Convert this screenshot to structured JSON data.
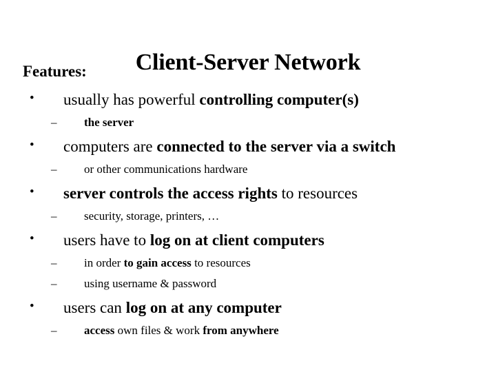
{
  "slide": {
    "title": "Client-Server Network",
    "heading": "Features:",
    "bullet_marker": "•",
    "sub_marker": "–",
    "bullets": [
      {
        "segments": [
          {
            "text": "usually has powerful ",
            "bold": false
          },
          {
            "text": "controlling computer(s)",
            "bold": true
          }
        ],
        "subs": [
          {
            "segments": [
              {
                "text": "the server",
                "bold": true
              }
            ]
          }
        ]
      },
      {
        "segments": [
          {
            "text": "computers are ",
            "bold": false
          },
          {
            "text": "connected to the server via a switch",
            "bold": true
          }
        ],
        "subs": [
          {
            "segments": [
              {
                "text": "or other communications hardware",
                "bold": false
              }
            ]
          }
        ]
      },
      {
        "segments": [
          {
            "text": "server controls the access rights",
            "bold": true
          },
          {
            "text": " to resources",
            "bold": false
          }
        ],
        "subs": [
          {
            "segments": [
              {
                "text": "security, storage, printers, …",
                "bold": false
              }
            ]
          }
        ]
      },
      {
        "segments": [
          {
            "text": "users have to ",
            "bold": false
          },
          {
            "text": "log on at client computers",
            "bold": true
          }
        ],
        "subs": [
          {
            "segments": [
              {
                "text": "in order ",
                "bold": false
              },
              {
                "text": "to gain access",
                "bold": true
              },
              {
                "text": " to resources",
                "bold": false
              }
            ]
          },
          {
            "segments": [
              {
                "text": "using username & password",
                "bold": false
              }
            ]
          }
        ]
      },
      {
        "segments": [
          {
            "text": "users can ",
            "bold": false
          },
          {
            "text": "log on at any computer",
            "bold": true
          }
        ],
        "subs": [
          {
            "segments": [
              {
                "text": "access",
                "bold": true
              },
              {
                "text": " own files & work ",
                "bold": false
              },
              {
                "text": "from anywhere",
                "bold": true
              }
            ]
          }
        ]
      }
    ],
    "colors": {
      "background": "#ffffff",
      "text": "#000000"
    }
  }
}
